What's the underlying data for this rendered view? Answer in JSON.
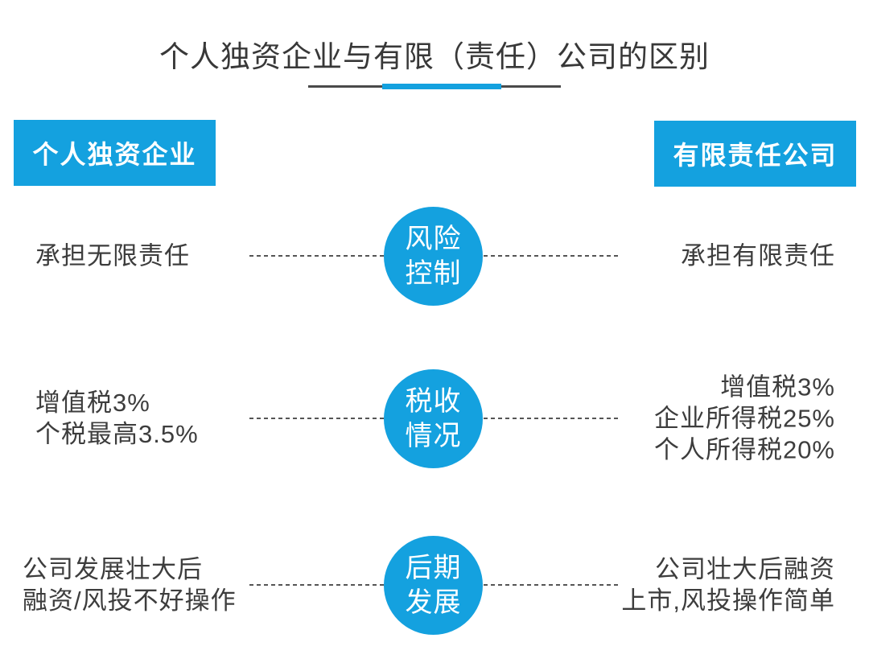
{
  "page": {
    "title": "个人独资企业与有限（责任）公司的区别"
  },
  "headers": {
    "left": "个人独资企业",
    "right": "有限责任公司"
  },
  "rows": [
    {
      "topic": "风险\n控制",
      "left": "承担无限责任",
      "right": "承担有限责任"
    },
    {
      "topic": "税收\n情况",
      "left": "增值税3%\n个税最高3.5%",
      "right": "增值税3%\n企业所得税25%\n个人所得税20%"
    },
    {
      "topic": "后期\n发展",
      "left": "公司发展壮大后\n融资/风投不好操作",
      "right": "公司壮大后融资\n上市,风投操作简单"
    }
  ],
  "colors": {
    "accent_blue": "#14a1df",
    "title_text": "#383838",
    "body_text": "#3d3d3d",
    "dash_gray": "#555555",
    "underline_gray": "#4a4a4a",
    "header_text": "#ffffff",
    "background": "#ffffff"
  }
}
